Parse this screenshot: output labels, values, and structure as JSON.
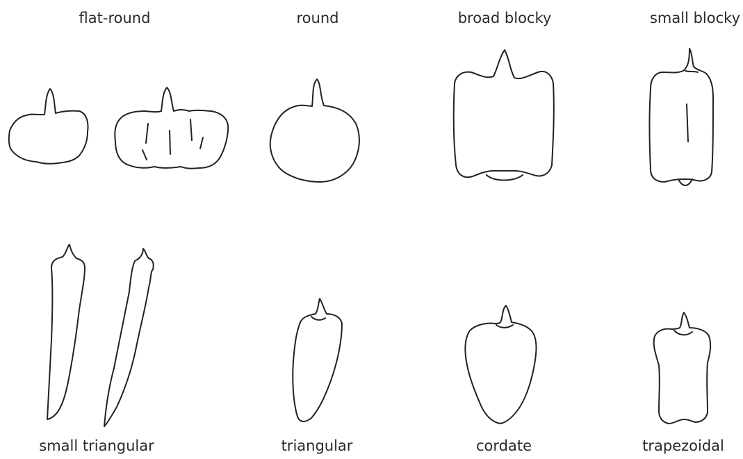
{
  "labels": {
    "flat_round": "flat-round",
    "round": "round",
    "broad_blocky": "broad blocky",
    "small_blocky": "small blocky",
    "small_triangular": "small triangular",
    "triangular": "triangular",
    "cordate": "cordate",
    "trapezoidal": "trapezoidal"
  }
}
